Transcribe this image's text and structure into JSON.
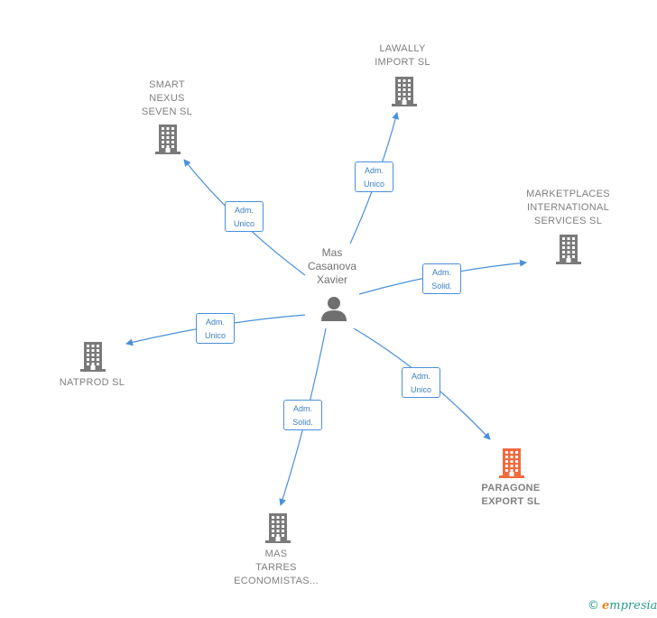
{
  "center": {
    "name": "Mas\nCasanova\nXavier",
    "icon": "person-icon"
  },
  "nodes": [
    {
      "id": "smart-nexus",
      "label": "SMART\nNEXUS\nSEVEN SL",
      "highlight": false,
      "icon": "building-icon"
    },
    {
      "id": "lawally",
      "label": "LAWALLY\nIMPORT  SL",
      "highlight": false,
      "icon": "building-icon"
    },
    {
      "id": "marketplaces",
      "label": "MARKETPLACES\nINTERNATIONAL\nSERVICES  SL",
      "highlight": false,
      "icon": "building-icon"
    },
    {
      "id": "natprod",
      "label": "NATPROD  SL",
      "highlight": false,
      "icon": "building-icon"
    },
    {
      "id": "mas-tarres",
      "label": "MAS\nTARRES\nECONOMISTAS...",
      "highlight": false,
      "icon": "building-icon"
    },
    {
      "id": "paragone",
      "label": "PARAGONE\nEXPORT  SL",
      "highlight": true,
      "icon": "building-icon"
    }
  ],
  "edges": [
    {
      "to": "smart-nexus",
      "role": [
        "Adm.",
        "Unico"
      ]
    },
    {
      "to": "lawally",
      "role": [
        "Adm.",
        "Unico"
      ]
    },
    {
      "to": "marketplaces",
      "role": [
        "Adm.",
        "Solid."
      ]
    },
    {
      "to": "natprod",
      "role": [
        "Adm.",
        "Unico"
      ]
    },
    {
      "to": "mas-tarres",
      "role": [
        "Adm.",
        "Solid."
      ]
    },
    {
      "to": "paragone",
      "role": [
        "Adm.",
        "Unico"
      ]
    }
  ],
  "colors": {
    "node": "#7a7a7a",
    "highlight": "#f26a3d",
    "edge": "#4a90d9"
  },
  "footer": {
    "copyright": "©",
    "brand": "mpresia",
    "brand_initial": "e"
  }
}
